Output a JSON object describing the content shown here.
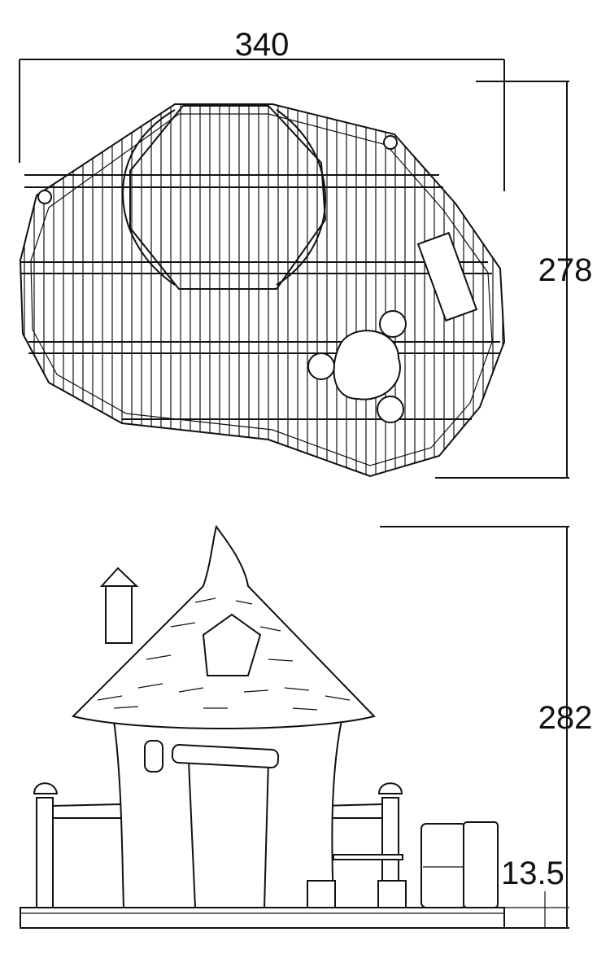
{
  "dimensions": {
    "plan_width": "340",
    "plan_depth": "278",
    "elevation_height": "282",
    "deck_height": "13.5"
  },
  "colors": {
    "line": "#111111",
    "background": "#ffffff"
  }
}
